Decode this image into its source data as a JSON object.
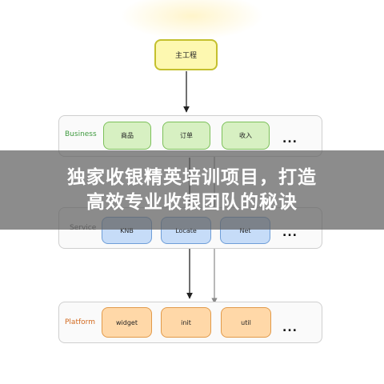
{
  "diagram": {
    "main_node": "主工程",
    "layers": [
      {
        "label": "Business",
        "nodes": [
          "商品",
          "订单",
          "收入"
        ],
        "more": "..."
      },
      {
        "label": "Service",
        "nodes": [
          "KNB",
          "Locate",
          "Net"
        ],
        "more": "..."
      },
      {
        "label": "Platform",
        "nodes": [
          "widget",
          "init",
          "util"
        ],
        "more": "..."
      }
    ]
  },
  "banner": {
    "line1": "独家收银精英培训项目，打造",
    "line2": "高效专业收银团队的秘诀"
  },
  "colors": {
    "business_label": "#3f9a3f",
    "platform_label": "#d2691e",
    "business_node": "#d7f0c2",
    "service_node": "#c6dcf8",
    "platform_node": "#ffd8a8",
    "main_node": "#fdf8b0"
  }
}
